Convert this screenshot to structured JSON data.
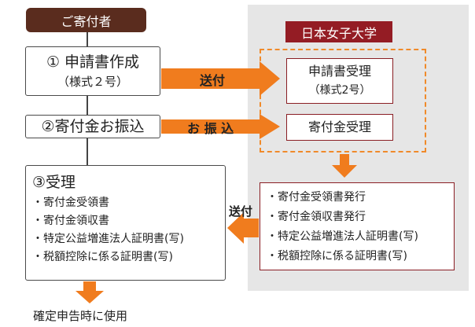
{
  "donor_label": "ご寄付者",
  "university_label": "日本女子大学",
  "step1": {
    "title": "① 申請書作成",
    "sub": "（様式２号）"
  },
  "step2": {
    "title": "②寄付金お振込"
  },
  "step3": {
    "title": "③受理",
    "items": [
      "・寄付金受領書",
      "・寄付金領収書",
      "・特定公益増進法人証明書(写)",
      "・税額控除に係る証明書(写)"
    ]
  },
  "univ_receive_app": {
    "title": "申請書受理",
    "sub": "（様式2号）"
  },
  "univ_receive_money": {
    "title": "寄付金受理"
  },
  "univ_issue": {
    "items": [
      "・寄付金受領書発行",
      "・寄付金領収書発行",
      "・特定公益増進法人証明書(写)",
      "・税額控除に係る証明書(写)"
    ]
  },
  "arrow_send": "送付",
  "arrow_pay": "お 振 込",
  "arrow_return": "送付",
  "bottom_note": "確定申告時に使用",
  "colors": {
    "brown": "#5a2c1e",
    "red": "#941c24",
    "orange": "#f07c1e",
    "gray": "#e6e6e6"
  }
}
